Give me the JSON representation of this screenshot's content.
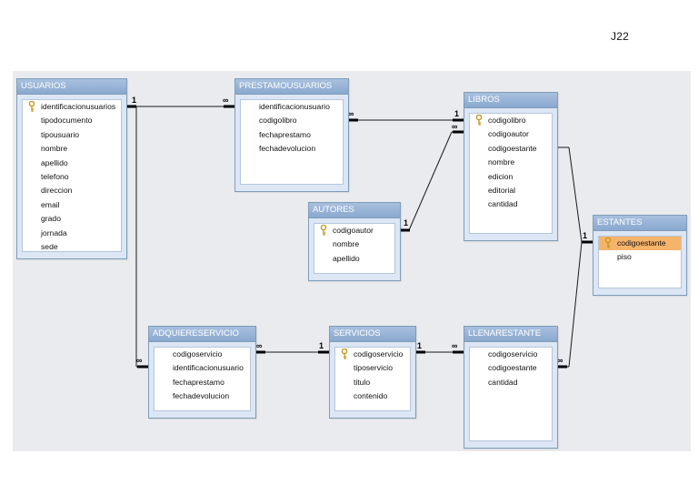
{
  "page_code": "J22",
  "tables": [
    {
      "id": "usuarios",
      "title": "USUARIOS",
      "fields": [
        "identificacionusuarios",
        "tipodocumento",
        "tipousuario",
        "nombre",
        "apellido",
        "telefono",
        "direccion",
        "email",
        "grado",
        "jornada",
        "sede"
      ],
      "key_fields": [
        0
      ]
    },
    {
      "id": "prestamousuarios",
      "title": "PRESTAMOUSUARIOS",
      "fields": [
        "identificacionusuario",
        "codigolibro",
        "fechaprestamo",
        "fechadevolucion"
      ],
      "key_fields": []
    },
    {
      "id": "libros",
      "title": "LIBROS",
      "fields": [
        "codigolibro",
        "codigoautor",
        "codigoestante",
        "nombre",
        "edicion",
        "editorial",
        "cantidad"
      ],
      "key_fields": [
        0
      ]
    },
    {
      "id": "autores",
      "title": "AUTORES",
      "fields": [
        "codigoautor",
        "nombre",
        "apellido"
      ],
      "key_fields": [
        0
      ]
    },
    {
      "id": "estantes",
      "title": "ESTANTES",
      "fields": [
        "codigoestante",
        "piso"
      ],
      "key_fields": [
        0
      ],
      "selected_field": 0
    },
    {
      "id": "adquiereservicio",
      "title": "ADQUIERESERVICIO",
      "fields": [
        "codigoservicio",
        "identificacionusuario",
        "fechaprestamo",
        "fechadevolucion"
      ],
      "key_fields": []
    },
    {
      "id": "servicios",
      "title": "SERVICIOS",
      "fields": [
        "codigoservicio",
        "tiposervicio",
        "titulo",
        "contenido"
      ],
      "key_fields": [
        0
      ]
    },
    {
      "id": "llenarestante",
      "title": "LLENARESTANTE",
      "fields": [
        "codigoservicio",
        "codigoestante",
        "cantidad"
      ],
      "key_fields": []
    }
  ],
  "relationships": [
    {
      "from": "usuarios",
      "to": "prestamousuarios",
      "from_card": "1",
      "to_card": "∞"
    },
    {
      "from": "prestamousuarios",
      "to": "libros",
      "from_card": "∞",
      "to_card": "1"
    },
    {
      "from": "autores",
      "to": "libros",
      "from_card": "1",
      "to_card": "∞"
    },
    {
      "from": "libros",
      "to": "estantes",
      "from_card": "",
      "to_card": "1"
    },
    {
      "from": "usuarios",
      "to": "adquiereservicio",
      "from_card": "",
      "to_card": "∞"
    },
    {
      "from": "adquiereservicio",
      "to": "servicios",
      "from_card": "∞",
      "to_card": "1"
    },
    {
      "from": "servicios",
      "to": "llenarestante",
      "from_card": "1",
      "to_card": "∞"
    },
    {
      "from": "llenarestante",
      "to": "estantes",
      "from_card": "∞",
      "to_card": ""
    }
  ],
  "colors": {
    "canvas_bg": "#e9ebee",
    "table_header": "#8aa8cf",
    "selected_field": "#f6b46b",
    "key_icon": "#c79a20"
  },
  "icons": {
    "primary_key": "key-icon"
  }
}
